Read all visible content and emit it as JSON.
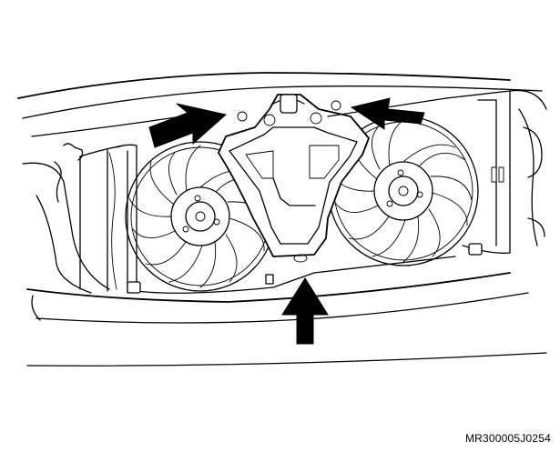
{
  "figure": {
    "reference_code": "MR300005J0254",
    "icons": [
      "engine-bay-drawing",
      "cooling-fan-left",
      "cooling-fan-right",
      "fan-shroud-bracket",
      "arrow-icon"
    ],
    "line_color": "#000000",
    "background_color": "#ffffff"
  }
}
